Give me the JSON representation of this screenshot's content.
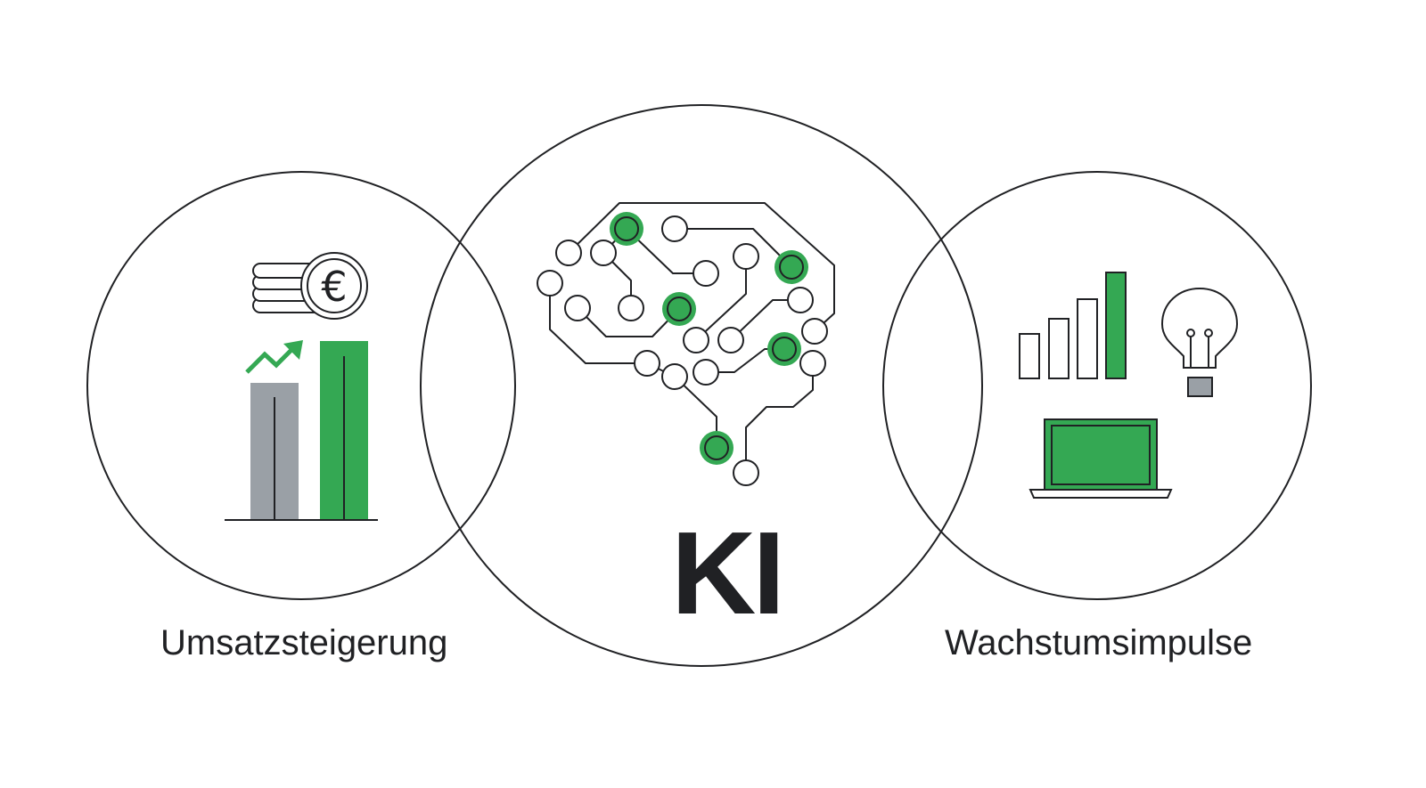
{
  "center": {
    "title": "KI"
  },
  "left": {
    "caption": "Umsatzsteigerung",
    "coin_symbol": "€"
  },
  "right": {
    "caption": "Wachstumsimpulse"
  },
  "colors": {
    "green": "#34a853",
    "gray": "#9aa0a6",
    "bulb_base": "#9aa0a6",
    "stroke": "#202124",
    "text": "#202124"
  },
  "icons": {
    "left": [
      "coins-stack-icon",
      "euro-coin-icon",
      "trend-up-arrow-icon",
      "bar-chart-icon"
    ],
    "center": [
      "brain-circuit-icon"
    ],
    "right": [
      "bar-chart-icon",
      "light-bulb-icon",
      "laptop-icon"
    ]
  }
}
